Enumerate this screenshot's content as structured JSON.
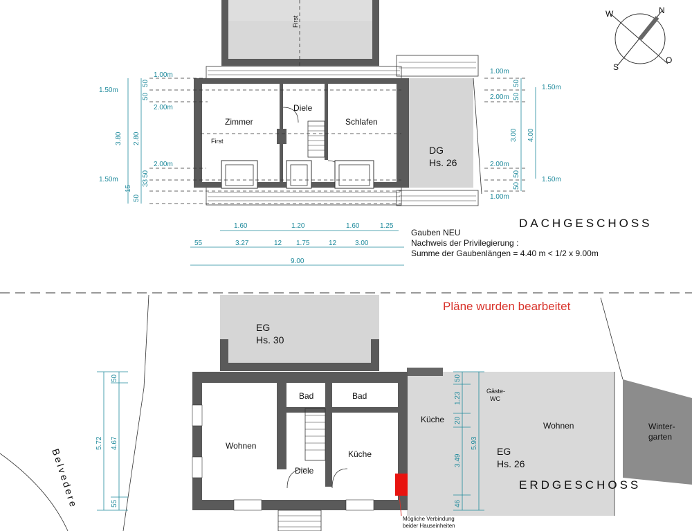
{
  "compass": {
    "n": "N",
    "o": "O",
    "s": "S",
    "w": "W"
  },
  "upper": {
    "title": "DACHGESCHOSS",
    "rooms": {
      "zimmer": "Zimmer",
      "diele": "Diele",
      "schlafen": "Schlafen"
    },
    "neighbor_line1": "DG",
    "neighbor_line2": "Hs. 26",
    "first_top": "First",
    "first_left": "First",
    "left_levels": {
      "l100": "1.00m",
      "l200a": "2.00m",
      "l200b": "2.00m"
    },
    "left_side": {
      "a": "1.50m",
      "b": "1.50m"
    },
    "left_dims": {
      "d50a": "50",
      "d50b": "50",
      "d380": "3.80",
      "d280": "2.80",
      "d50c": "50",
      "d33": "33",
      "d50d": "50",
      "d15": "15"
    },
    "right_levels": {
      "r100a": "1.00m",
      "r2wc": "2.00m",
      "r200": "2.00m",
      "r100b": "1.00m"
    },
    "right_side": {
      "a": "1.50m",
      "b": "1.50m"
    },
    "right_dims": {
      "d50a": "50",
      "d50b": "50",
      "d300": "3.00",
      "d400": "4.00",
      "d50c": "50",
      "d50d": "50"
    },
    "gauben_dims": {
      "g1": "1.60",
      "g2": "1.20",
      "g3": "1.60",
      "g4": "1.25"
    },
    "bottom_dims": {
      "b1": "55",
      "b2": "3.27",
      "b3": "12",
      "b4": "1.75",
      "b5": "12",
      "b6": "3.00"
    },
    "total_dim": "9.00",
    "notes": [
      "Gauben  NEU",
      "Nachweis der Privilegierung :",
      "Summe der Gaubenlängen = 4.40 m < 1/2  x 9.00m"
    ]
  },
  "stamp": "Pläne wurden bearbeitet",
  "lower": {
    "title": "ERDGESCHOSS",
    "neighbor_top_1": "EG",
    "neighbor_top_2": "Hs. 30",
    "rooms": {
      "bad1": "Bad",
      "bad2": "Bad",
      "wohnen": "Wohnen",
      "kueche": "Küche",
      "diele": "Diele"
    },
    "right_rooms": {
      "kueche": "Küche",
      "gaeste1": "Gäste-",
      "gaeste2": "WC",
      "wohnen": "Wohnen",
      "eg": "EG",
      "hs": "Hs. 26"
    },
    "wintergarten": {
      "l1": "Winter-",
      "l2": "garten"
    },
    "street": "Belvedere",
    "left_dims": {
      "d50": "50",
      "d572": "5.72",
      "d467": "4.67",
      "d55": "55"
    },
    "right_dims": {
      "d50": "50",
      "d123": "1.23",
      "d20": "20",
      "d349": "3.49",
      "d46": "46",
      "d593": "5.93"
    },
    "connection_note": [
      "Mögliche Verbindung",
      "beider Hauseinheiten"
    ]
  },
  "colors": {
    "dim": "#1f8a9c",
    "red": "#d8322a",
    "wall": "#5a5a5a",
    "neighbor": "#d6d6d6"
  }
}
